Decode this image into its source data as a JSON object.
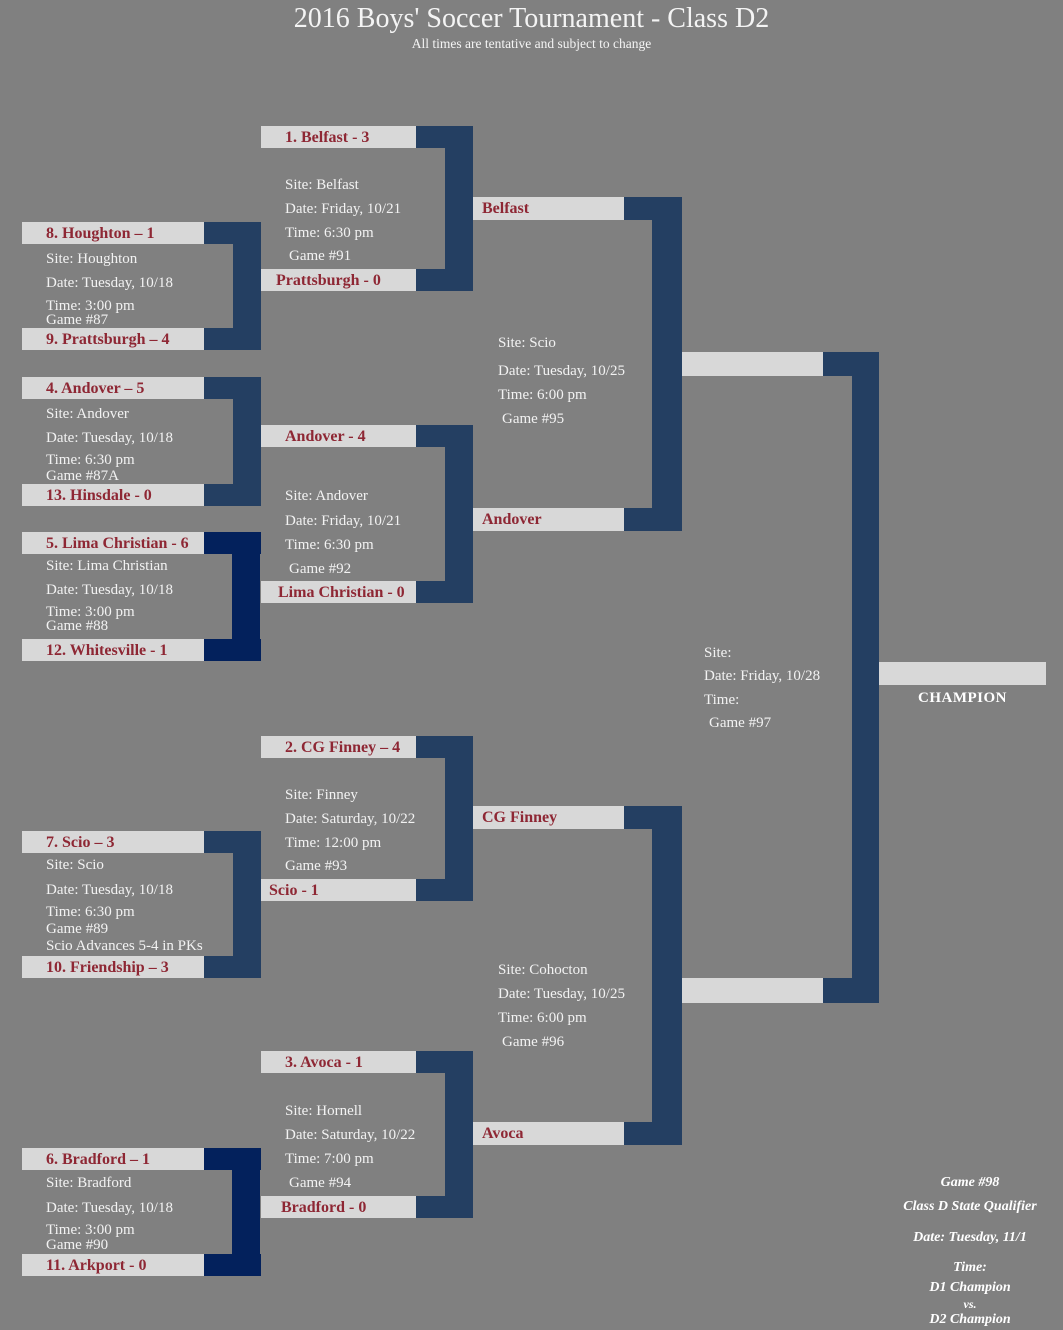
{
  "header": {
    "title": "2016 Boys' Soccer Tournament - Class D2",
    "subtitle": "All times are tentative and subject to change"
  },
  "round1": [
    {
      "top": "8. Houghton – 1",
      "site": "Site: Houghton",
      "date": "Date: Tuesday, 10/18",
      "time": "Time: 3:00 pm",
      "game": "Game #87",
      "bottom": "9. Prattsburgh – 4"
    },
    {
      "top": "4. Andover – 5",
      "site": "Site: Andover",
      "date": "Date: Tuesday, 10/18",
      "time": "Time: 6:30 pm",
      "game": "Game #87A",
      "bottom": "13. Hinsdale - 0"
    },
    {
      "top": "5. Lima Christian - 6",
      "site": "Site: Lima Christian",
      "date": "Date: Tuesday, 10/18",
      "time": "Time: 3:00 pm",
      "game": "Game #88",
      "bottom": "12. Whitesville - 1"
    },
    {
      "top": "7. Scio – 3",
      "site": "Site: Scio",
      "date": "Date: Tuesday, 10/18",
      "time": "Time: 6:30 pm",
      "game": "Game #89",
      "note": "Scio Advances 5-4 in PKs",
      "bottom": "10. Friendship – 3"
    },
    {
      "top": "6. Bradford – 1",
      "site": "Site: Bradford",
      "date": "Date: Tuesday, 10/18",
      "time": "Time: 3:00 pm",
      "game": "Game #90",
      "bottom": "11. Arkport - 0"
    }
  ],
  "quarterfinals": [
    {
      "top": "1. Belfast - 3",
      "site": "Site: Belfast",
      "date": "Date: Friday, 10/21",
      "time": "Time: 6:30 pm",
      "game": "Game #91",
      "bottom": "Prattsburgh - 0",
      "winner": "Belfast"
    },
    {
      "top": "Andover - 4",
      "site": "Site: Andover",
      "date": "Date: Friday, 10/21",
      "time": "Time: 6:30 pm",
      "game": "Game #92",
      "bottom": "Lima Christian - 0",
      "winner": "Andover"
    },
    {
      "top": "2. CG Finney – 4",
      "site": "Site: Finney",
      "date": "Date: Saturday, 10/22",
      "time": "Time: 12:00 pm",
      "game": "Game #93",
      "bottom": "Scio - 1",
      "winner": "CG Finney"
    },
    {
      "top": "3. Avoca - 1",
      "site": "Site: Hornell",
      "date": "Date: Saturday, 10/22",
      "time": "Time: 7:00 pm",
      "game": "Game #94",
      "bottom": "Bradford - 0",
      "winner": "Avoca"
    }
  ],
  "semifinals": [
    {
      "site": "Site: Scio",
      "date": "Date: Tuesday, 10/25",
      "time": "Time: 6:00 pm",
      "game": "Game #95",
      "winner": ""
    },
    {
      "site": "Site: Cohocton",
      "date": "Date: Tuesday, 10/25",
      "time": "Time: 6:00 pm",
      "game": "Game #96",
      "winner": ""
    }
  ],
  "final": {
    "site": "Site:",
    "date": "Date: Friday, 10/28",
    "time": "Time:",
    "game": "Game #97",
    "winner": "",
    "champion_label": "CHAMPION"
  },
  "state_qualifier": {
    "game": "Game #98",
    "event": "Class D State Qualifier",
    "date": "Date: Tuesday, 11/1",
    "time": "Time:",
    "team1": "D1 Champion",
    "vs": "vs.",
    "team2": "D2 Champion"
  },
  "colors": {
    "background": "#808080",
    "bar_fill": "#d8d8d8",
    "team_text": "#8e2734",
    "connector": "#243f62",
    "connector_dark": "#03215c",
    "info_text": "#f2f2f2"
  }
}
